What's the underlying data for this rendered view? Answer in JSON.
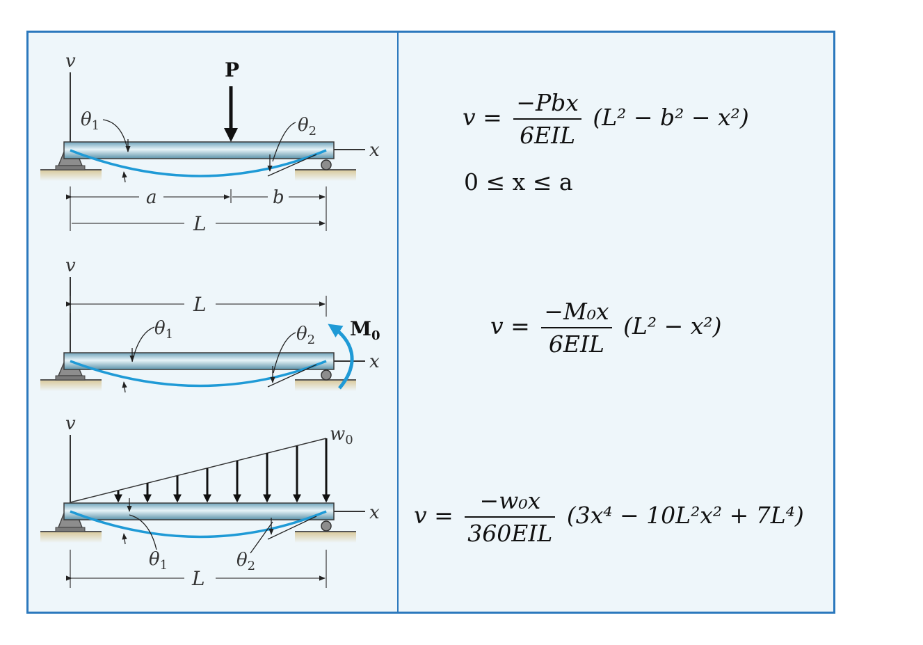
{
  "diagram": {
    "case1": {
      "axis_v": "v",
      "axis_x": "x",
      "load": "P",
      "theta1": "θ",
      "theta1_sub": "1",
      "theta2": "θ",
      "theta2_sub": "2",
      "dim_a": "a",
      "dim_b": "b",
      "dim_L": "L"
    },
    "case2": {
      "axis_v": "v",
      "axis_x": "x",
      "moment": "M",
      "moment_sub": "0",
      "theta1": "θ",
      "theta1_sub": "1",
      "theta2": "θ",
      "theta2_sub": "2",
      "dim_L": "L"
    },
    "case3": {
      "axis_v": "v",
      "axis_x": "x",
      "load": "w",
      "load_sub": "0",
      "theta1": "θ",
      "theta1_sub": "1",
      "theta2": "θ",
      "theta2_sub": "2",
      "dim_L": "L"
    }
  },
  "equations": {
    "eq1": {
      "lhs": "v =",
      "numerator": "−Pbx",
      "denominator": "6EIL",
      "rhs": "(L² − b² − x²)",
      "range": "0 ≤ x ≤ a"
    },
    "eq2": {
      "lhs": "v =",
      "numerator": "−M₀x",
      "denominator": "6EIL",
      "rhs": "(L² − x²)"
    },
    "eq3": {
      "lhs": "v =",
      "numerator": "−w₀x",
      "denominator": "360EIL",
      "rhs": "(3x⁴ − 10L²x² + 7L⁴)"
    }
  },
  "colors": {
    "border": "#2b78bd",
    "panel": "#eef6fa",
    "beam": "#8fbfd3",
    "deflection": "#1f9ad6",
    "ground": "#e7dcb8"
  }
}
